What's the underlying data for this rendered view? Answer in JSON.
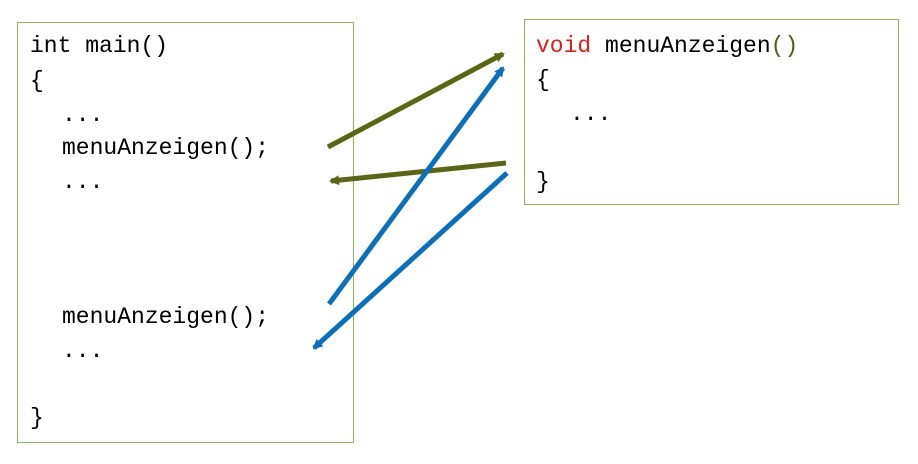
{
  "main_block": {
    "signature": "int main()",
    "open_brace": "{",
    "ellipsis_1": "...",
    "call_1": "menuAnzeigen();",
    "ellipsis_2": "...",
    "call_2": "menuAnzeigen();",
    "ellipsis_3": "...",
    "close_brace": "}"
  },
  "function_block": {
    "return_type": "void",
    "name": "menuAnzeigen",
    "parens": "()",
    "open_brace": "{",
    "ellipsis": "...",
    "close_brace": "}"
  },
  "colors": {
    "box_border": "#8dbb4b",
    "keyword_void": "#e11e1e",
    "parens": "#4d5f14",
    "first_call_arrows": "#5a6612",
    "second_call_arrows": "#0b6fbe"
  },
  "arrows": [
    {
      "name": "call-1-jump",
      "group": "first"
    },
    {
      "name": "call-1-return",
      "group": "first"
    },
    {
      "name": "call-2-jump",
      "group": "second"
    },
    {
      "name": "call-2-return",
      "group": "second"
    }
  ]
}
